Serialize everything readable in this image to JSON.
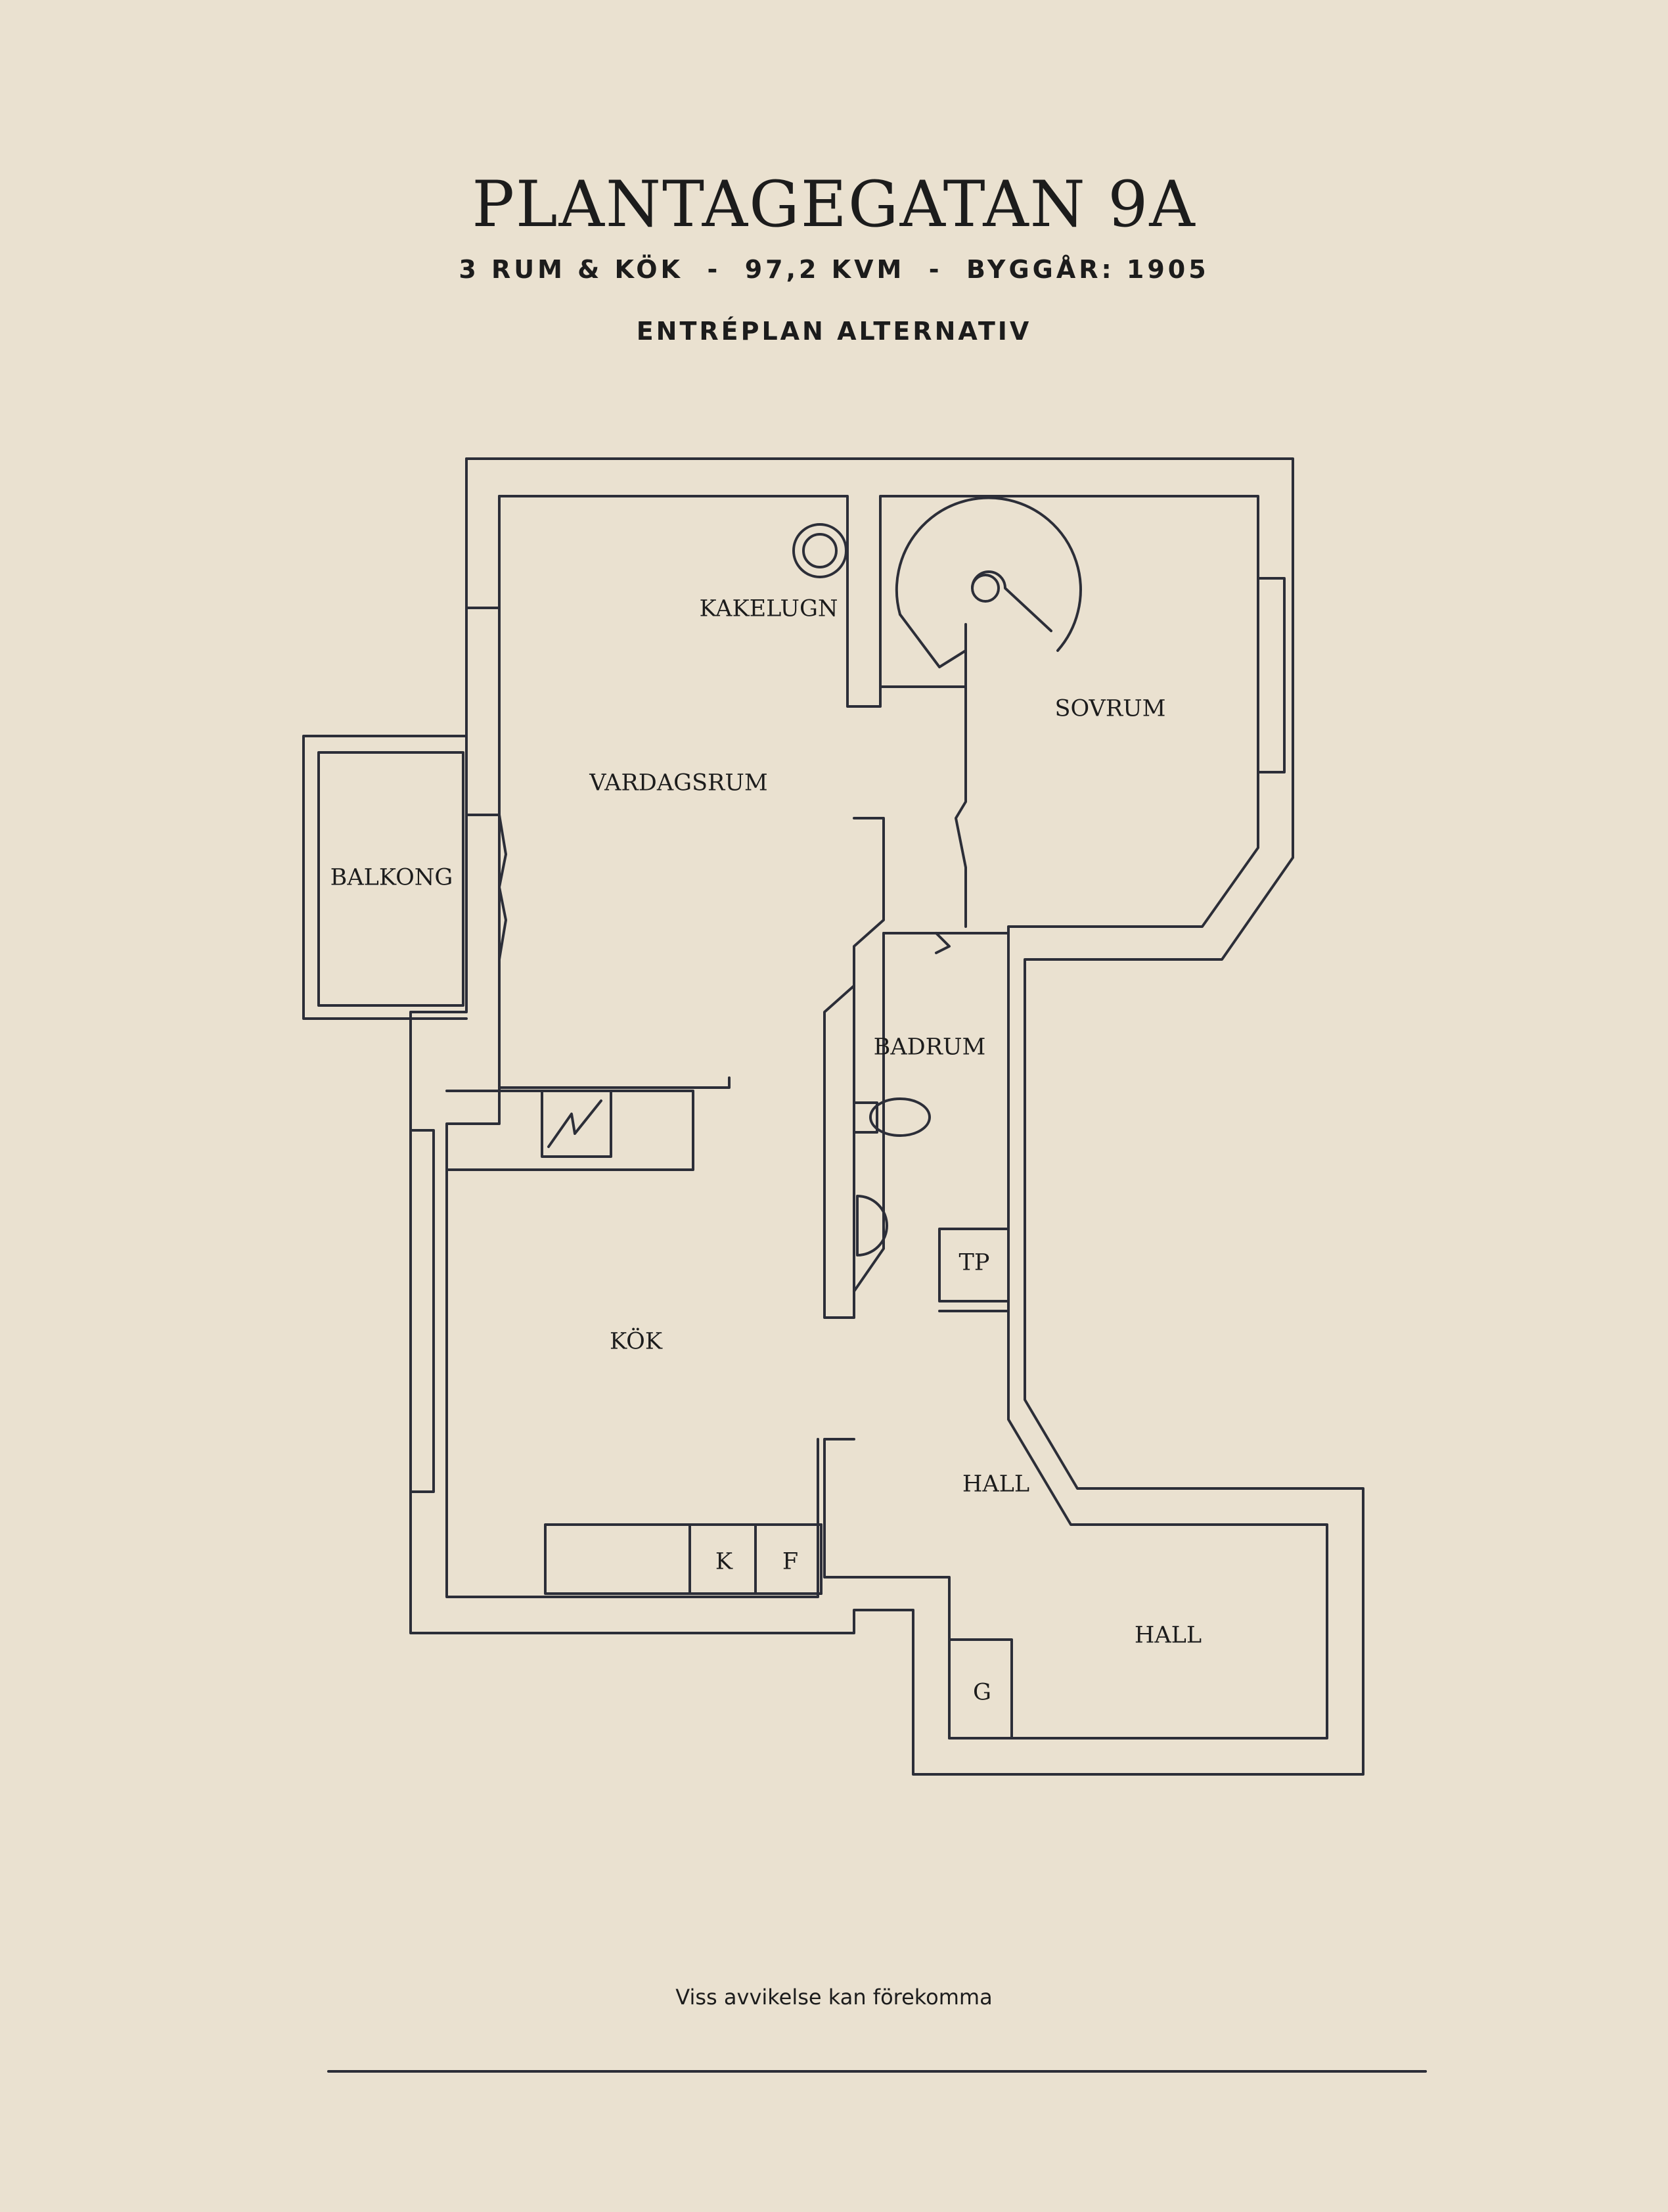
{
  "header": {
    "title": "PLANTAGEGATAN 9A",
    "subtitle": "3 RUM & KÖK  -  97,2 KVM  -  BYGGÅR: 1905",
    "plan_name": "ENTRÉPLAN ALTERNATIV"
  },
  "rooms": {
    "kakelugn": "KAKELUGN",
    "vardagsrum": "VARDAGSRUM",
    "sovrum": "SOVRUM",
    "balkong": "BALKONG",
    "badrum": "BADRUM",
    "tp": "TP",
    "kok": "KÖK",
    "hall_1": "HALL",
    "hall_2": "HALL",
    "k": "K",
    "f": "F",
    "g": "G"
  },
  "footer": {
    "disclaimer": "Viss avvikelse kan förekomma"
  },
  "colors": {
    "background": "#EAE1D0",
    "ink": "#2C2E38"
  }
}
